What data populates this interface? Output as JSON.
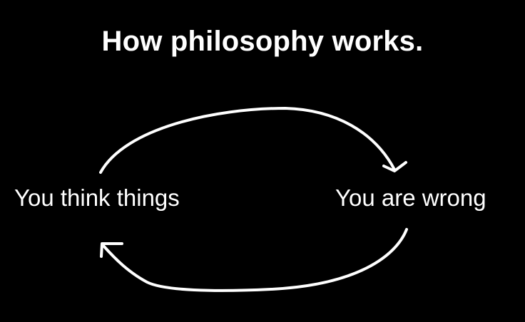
{
  "title": "How philosophy works.",
  "nodes": {
    "left": "You think things",
    "right": "You are wrong"
  },
  "colors": {
    "background": "#000000",
    "foreground": "#ffffff"
  }
}
